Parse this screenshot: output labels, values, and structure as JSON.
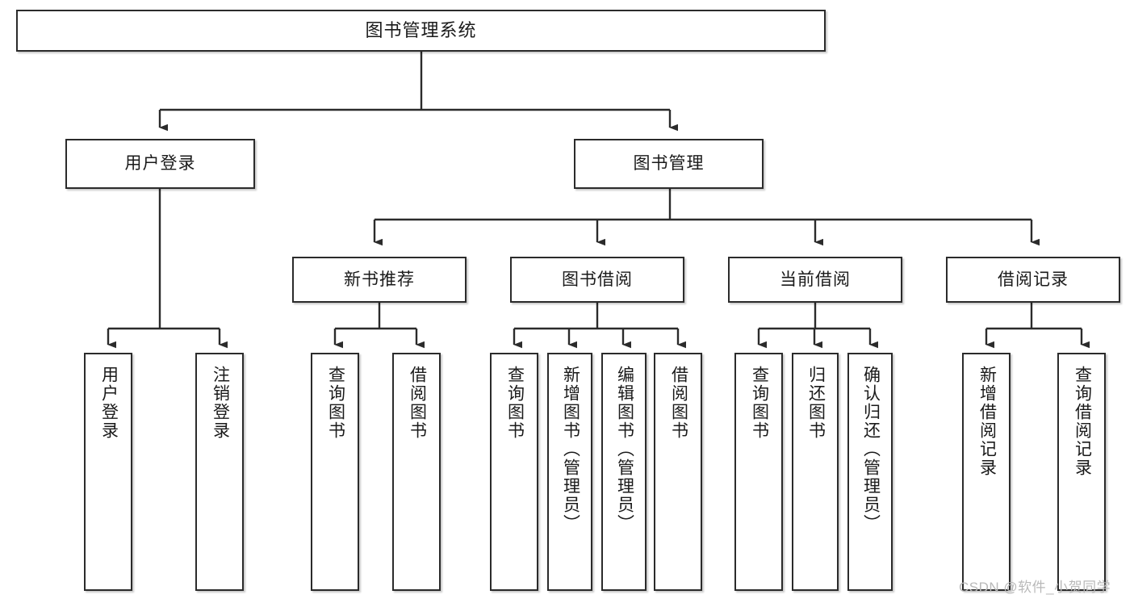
{
  "diagram": {
    "title": "图书管理系统",
    "type": "tree-hierarchy-chart",
    "root": "图书管理系统",
    "level2": [
      {
        "label": "用户登录"
      },
      {
        "label": "图书管理"
      }
    ],
    "level3": [
      {
        "label": "新书推荐"
      },
      {
        "label": "图书借阅"
      },
      {
        "label": "当前借阅"
      },
      {
        "label": "借阅记录"
      }
    ],
    "leaves": {
      "user_login": [
        "用户登录",
        "注销登录"
      ],
      "new_book_recommend": [
        "查询图书",
        "借阅图书"
      ],
      "book_borrow": [
        "查询图书",
        "新增图书（管理员）",
        "编辑图书（管理员）",
        "借阅图书"
      ],
      "current_borrow": [
        "查询图书",
        "归还图书",
        "确认归还（管理员）"
      ],
      "borrow_record": [
        "新增借阅记录",
        "查询借阅记录"
      ]
    }
  },
  "watermark": {
    "text": "CSDN @软件_小贺同学"
  },
  "colors": {
    "stroke": "#2b2b2b",
    "fill": "#ffffff",
    "text": "#1a1a1a",
    "watermark": "#b9b9b9"
  }
}
